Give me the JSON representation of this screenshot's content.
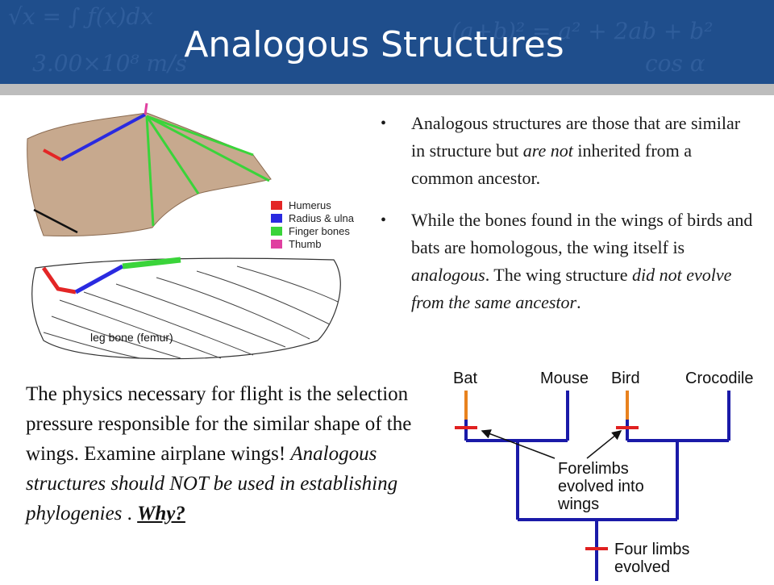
{
  "header": {
    "title": "Analogous Structures",
    "background_color": "#1f4e8c"
  },
  "bullets": [
    {
      "text_before": "Analogous structures are those that are similar in structure but ",
      "text_italic": "are not",
      "text_after": " inherited from a common ancestor."
    },
    {
      "text_1": "While the bones found in the wings of birds and bats are homologous, the wing itself is ",
      "italic_1": "analogous",
      "text_2": ". The wing structure ",
      "italic_2": "did not evolve from the same ancestor",
      "text_3": "."
    }
  ],
  "paragraph": {
    "text": "The physics necessary for flight is the selection pressure responsible for the similar shape of the wings.  Examine airplane wings!  ",
    "italic": "Analogous structures should NOT be used in establishing phylogenies",
    "text_after": " . ",
    "why": "Why?"
  },
  "wing_figure": {
    "femur_label": "leg bone (femur)",
    "legend": [
      {
        "label": "Humerus",
        "color": "#e32626"
      },
      {
        "label": "Radius & ulna",
        "color": "#2a2ae0"
      },
      {
        "label": "Finger bones",
        "color": "#3ad43a"
      },
      {
        "label": "Thumb",
        "color": "#e040a0"
      }
    ]
  },
  "cladogram": {
    "taxa": [
      "Bat",
      "Mouse",
      "Bird",
      "Crocodile"
    ],
    "forelimbs_note": "Forelimbs evolved into wings",
    "four_limbs_note": "Four limbs evolved",
    "line_color": "#1a1aa8",
    "forelimb_color": "#e8821e",
    "marker_color": "#e02020"
  }
}
